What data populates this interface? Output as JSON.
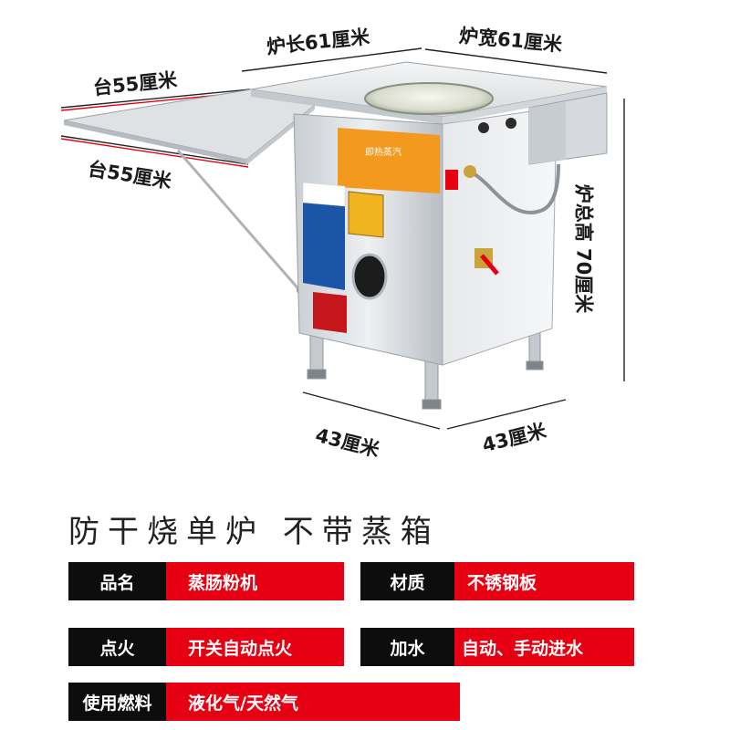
{
  "dimensions": {
    "stove_length": "炉长61厘米",
    "stove_width": "炉宽61厘米",
    "table_top": "台55厘米",
    "table_side": "台55厘米",
    "total_height": "炉总高 70厘米",
    "base_left": "43厘米",
    "base_right": "43厘米"
  },
  "heading": "防干烧单炉 不带蒸箱",
  "specs": {
    "name_label": "品名",
    "name_value": "蒸肠粉机",
    "material_label": "材质",
    "material_value": "不锈钢板",
    "ignition_label": "点火",
    "ignition_value": "开关自动点火",
    "water_label": "加水",
    "water_value": "自动、手动进水",
    "fuel_label": "使用燃料",
    "fuel_value": "液化气/天然气"
  },
  "colors": {
    "label_bg": "#0d0d0d",
    "value_bg": "#e60012",
    "panel_orange": "#f39a1e",
    "steel": "#d9dde1"
  }
}
